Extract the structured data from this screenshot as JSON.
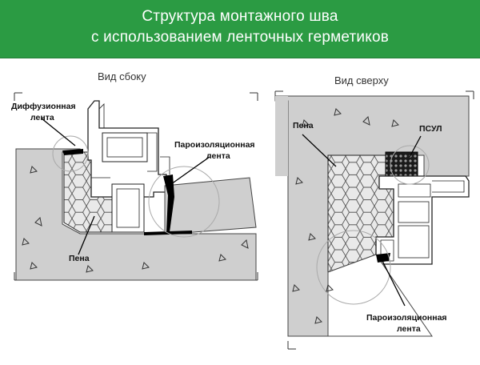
{
  "header": {
    "title_line1": "Структура монтажного шва",
    "title_line2": "с использованием ленточных герметиков",
    "bg_color": "#2b9b43"
  },
  "side_view": {
    "title": "Вид сбоку",
    "labels": {
      "diffusion_tape_line1": "Диффузионная",
      "diffusion_tape_line2": "лента",
      "vapor_tape_line1": "Пароизоляционная",
      "vapor_tape_line2": "лента",
      "foam": "Пена"
    }
  },
  "top_view": {
    "title": "Вид сверху",
    "labels": {
      "foam": "Пена",
      "psul": "ПСУЛ",
      "vapor_tape_line1": "Пароизоляционная",
      "vapor_tape_line2": "лента"
    }
  },
  "colors": {
    "concrete": "#cfcfcf",
    "foam": "#e8e8e8",
    "frame": "#ffffff",
    "tape": "#000000",
    "outline": "#222222"
  }
}
